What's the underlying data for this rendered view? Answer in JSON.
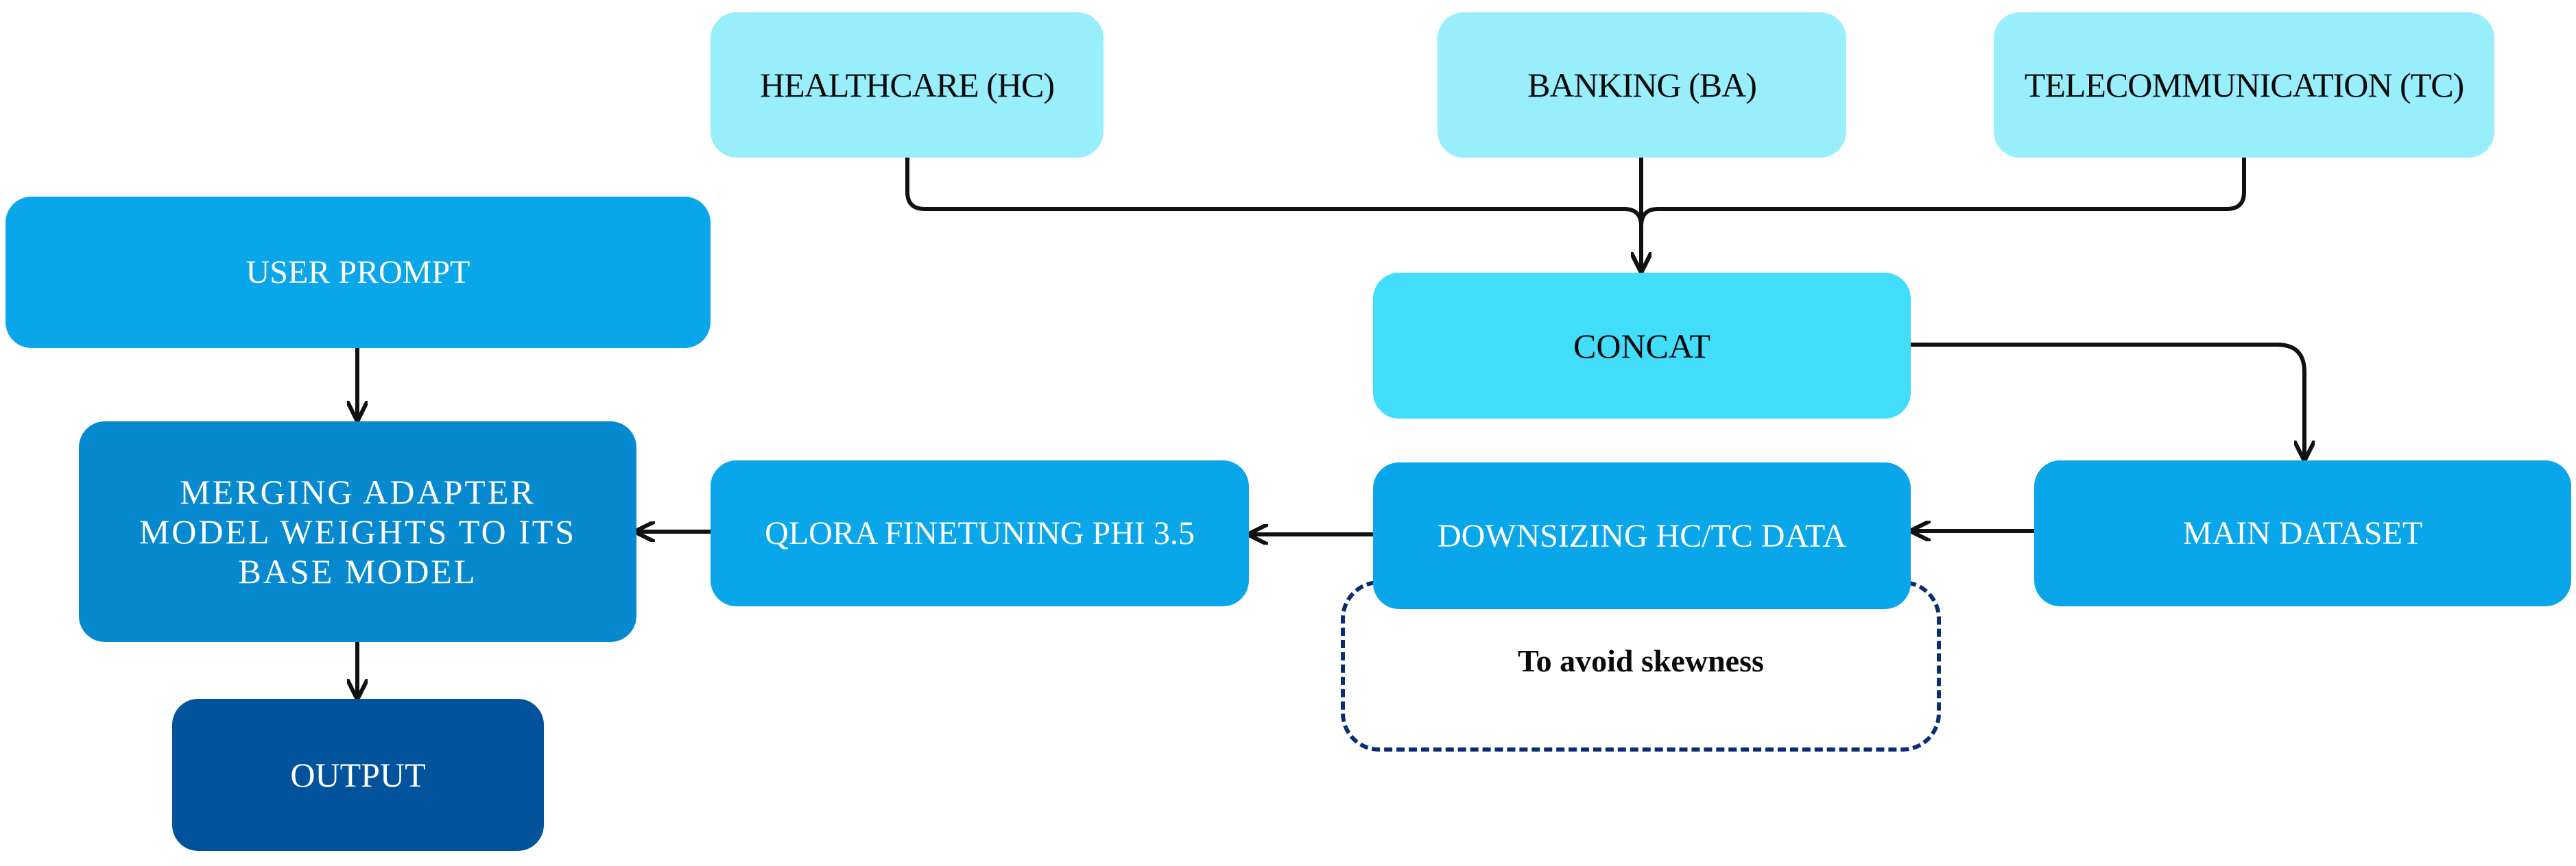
{
  "diagram": {
    "nodes": {
      "healthcare": "HEALTHCARE (HC)",
      "banking": "BANKING (BA)",
      "telecommunication": "TELECOMMUNICATION (TC)",
      "concat": "CONCAT",
      "main_dataset": "MAIN DATASET",
      "downsizing": "DOWNSIZING HC/TC DATA",
      "qlora": "QLORA FINETUNING PHI 3.5",
      "merging": "MERGING ADAPTER MODEL WEIGHTS TO ITS BASE MODEL",
      "user_prompt": "USER PROMPT",
      "output": "OUTPUT"
    },
    "annotation": "To avoid skewness",
    "colors": {
      "domain_box": "#98EEFB",
      "concat_box": "#41DDFB",
      "process_box": "#0AA6EA",
      "merge_box": "#0689CF",
      "output_box": "#03539C",
      "dashed_border": "#0B2C73",
      "arrow": "#111111"
    },
    "edges": [
      {
        "from": "healthcare",
        "to": "concat"
      },
      {
        "from": "banking",
        "to": "concat"
      },
      {
        "from": "telecommunication",
        "to": "concat"
      },
      {
        "from": "concat",
        "to": "main_dataset"
      },
      {
        "from": "main_dataset",
        "to": "downsizing"
      },
      {
        "from": "downsizing",
        "to": "qlora"
      },
      {
        "from": "qlora",
        "to": "merging"
      },
      {
        "from": "user_prompt",
        "to": "merging"
      },
      {
        "from": "merging",
        "to": "output"
      }
    ]
  }
}
